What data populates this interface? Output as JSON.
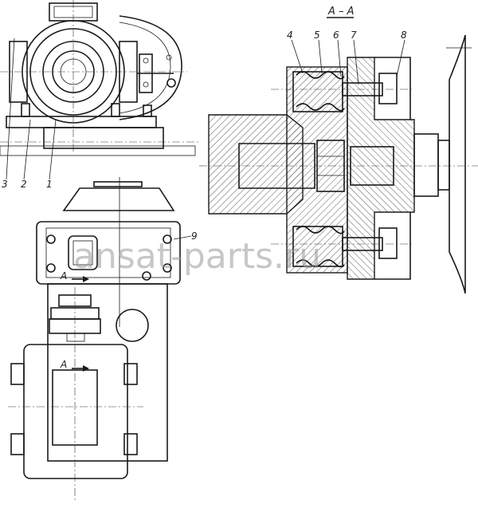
{
  "section_title": "А – А",
  "callouts_section": [
    "4",
    "5",
    "6",
    "7",
    "8"
  ],
  "callouts_front": [
    "3",
    "2",
    "1"
  ],
  "callout_side": "9",
  "section_marker_top": "А",
  "section_marker_bottom": "А",
  "watermark": "ansat-parts.ru"
}
